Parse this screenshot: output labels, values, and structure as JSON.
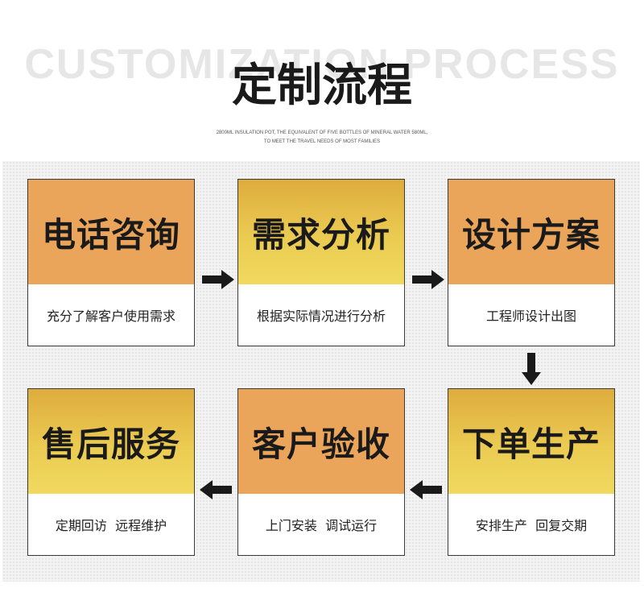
{
  "header": {
    "bg_text": "CUSTOMIZATION PROCESS",
    "title": "定制流程",
    "subtitle_line1": "2800ML INSULATION POT, THE EQUIVALENT OF FIVE BOTTLES OF MINERAL WATER 580ML,",
    "subtitle_line2": "TO MEET THE TRAVEL NEEDS OF MOST FAMILIES"
  },
  "steps": [
    {
      "title": "电话咨询",
      "desc": "充分了解客户使用需求",
      "color": "#eba55a"
    },
    {
      "title": "需求分析",
      "desc": "根据实际情况进行分析",
      "color": "#ebcb52"
    },
    {
      "title": "设计方案",
      "desc": "工程师设计出图",
      "color": "#eba55a"
    },
    {
      "title": "下单生产",
      "desc": "安排生产  回复交期",
      "color": "#ebcb52"
    },
    {
      "title": "客户验收",
      "desc": "上门安装  调试运行",
      "color": "#eba55a"
    },
    {
      "title": "售后服务",
      "desc": "定期回访  远程维护",
      "color": "#ebcb52"
    }
  ],
  "icons": [
    "arrow-right-icon",
    "arrow-right-icon",
    "arrow-down-icon",
    "arrow-left-icon",
    "arrow-left-icon"
  ]
}
